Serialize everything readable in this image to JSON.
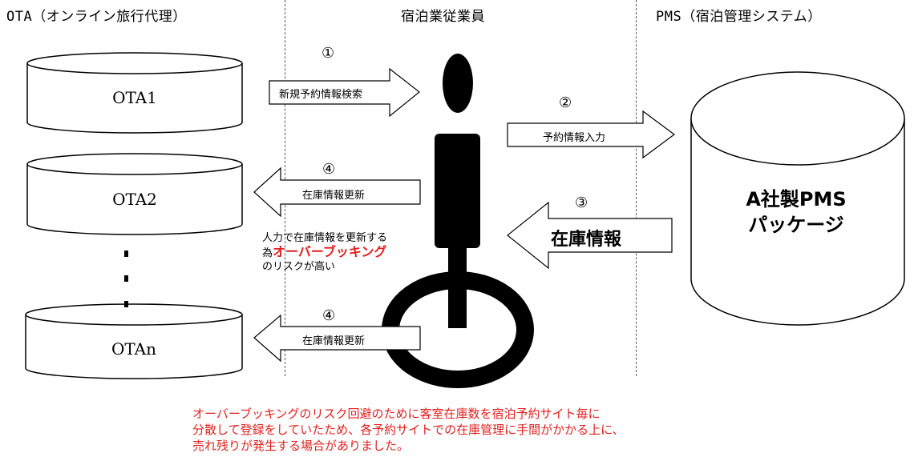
{
  "headers": {
    "ota": "OTA（オンライン旅行代理）",
    "staff": "宿泊業従業員",
    "pms": "PMS（宿泊管理システム）"
  },
  "otas": [
    "OTA1",
    "OTA2",
    "OTAn"
  ],
  "steps": {
    "s1": {
      "num": "①",
      "label": "新規予約情報検索"
    },
    "s2": {
      "num": "②",
      "label": "予約情報入力"
    },
    "s3": {
      "num": "③",
      "label": "在庫情報"
    },
    "s4a": {
      "num": "④",
      "label": "在庫情報更新"
    },
    "s4b": {
      "num": "④",
      "label": "在庫情報更新"
    }
  },
  "pms": {
    "line1": "A社製PMS",
    "line2": "パッケージ"
  },
  "risk_note": {
    "part1": "人力で在庫情報を更新する為",
    "highlight": "オーバーブッキング",
    "part2": "のリスクが高い"
  },
  "footer": {
    "line1": "オーバーブッキングのリスク回避のために客室在庫数を宿泊予約サイト毎に",
    "line2": "分散して登録をしていたため、各予約サイトでの在庫管理に手間がかかる上に、",
    "line3": "売れ残りが発生する場合がありました。"
  }
}
